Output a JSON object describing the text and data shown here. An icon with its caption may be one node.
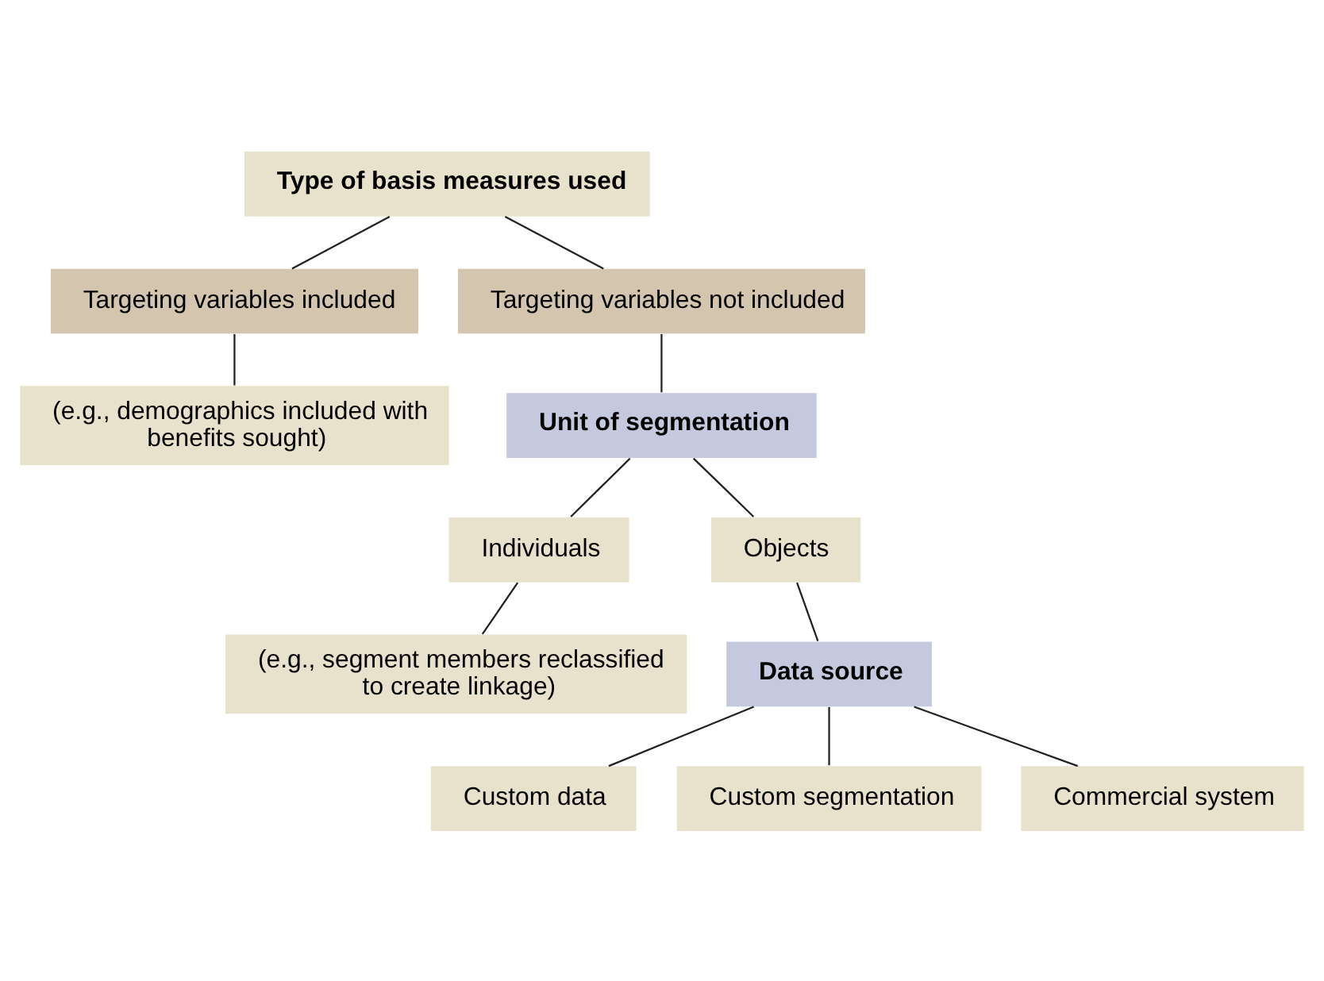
{
  "diagram": {
    "nodes": [
      {
        "text": [
          "Type of basis measures used"
        ]
      },
      {
        "text": [
          "Targeting variables included"
        ]
      },
      {
        "text": [
          "Targeting variables not included"
        ]
      },
      {
        "text": [
          "(e.g., demographics included with benefits sought)"
        ]
      },
      {
        "text": [
          "Unit of segmentation"
        ]
      },
      {
        "text": [
          "Individuals"
        ]
      },
      {
        "text": [
          "Objects"
        ]
      },
      {
        "text": [
          "(e.g., segment members reclassified to create linkage)"
        ]
      },
      {
        "text": [
          "Data source"
        ]
      },
      {
        "text": [
          "Custom data"
        ]
      },
      {
        "text": [
          "Custom segmentation"
        ]
      },
      {
        "text": [
          "Commercial system"
        ]
      }
    ],
    "edges": [
      {
        "from": 0,
        "to": 1,
        "arrow": "none"
      },
      {
        "from": 0,
        "to": 2,
        "arrow": "none"
      },
      {
        "from": 1,
        "to": 3,
        "arrow": "none"
      },
      {
        "from": 2,
        "to": 4,
        "arrow": "none"
      },
      {
        "from": 4,
        "to": 5,
        "arrow": "none"
      },
      {
        "from": 4,
        "to": 6,
        "arrow": "none"
      },
      {
        "from": 5,
        "to": 7,
        "arrow": "none"
      },
      {
        "from": 6,
        "to": 8,
        "arrow": "none"
      },
      {
        "from": 8,
        "to": 9,
        "arrow": "none"
      },
      {
        "from": 8,
        "to": 10,
        "arrow": "none"
      },
      {
        "from": 8,
        "to": 11,
        "arrow": "none"
      }
    ]
  }
}
